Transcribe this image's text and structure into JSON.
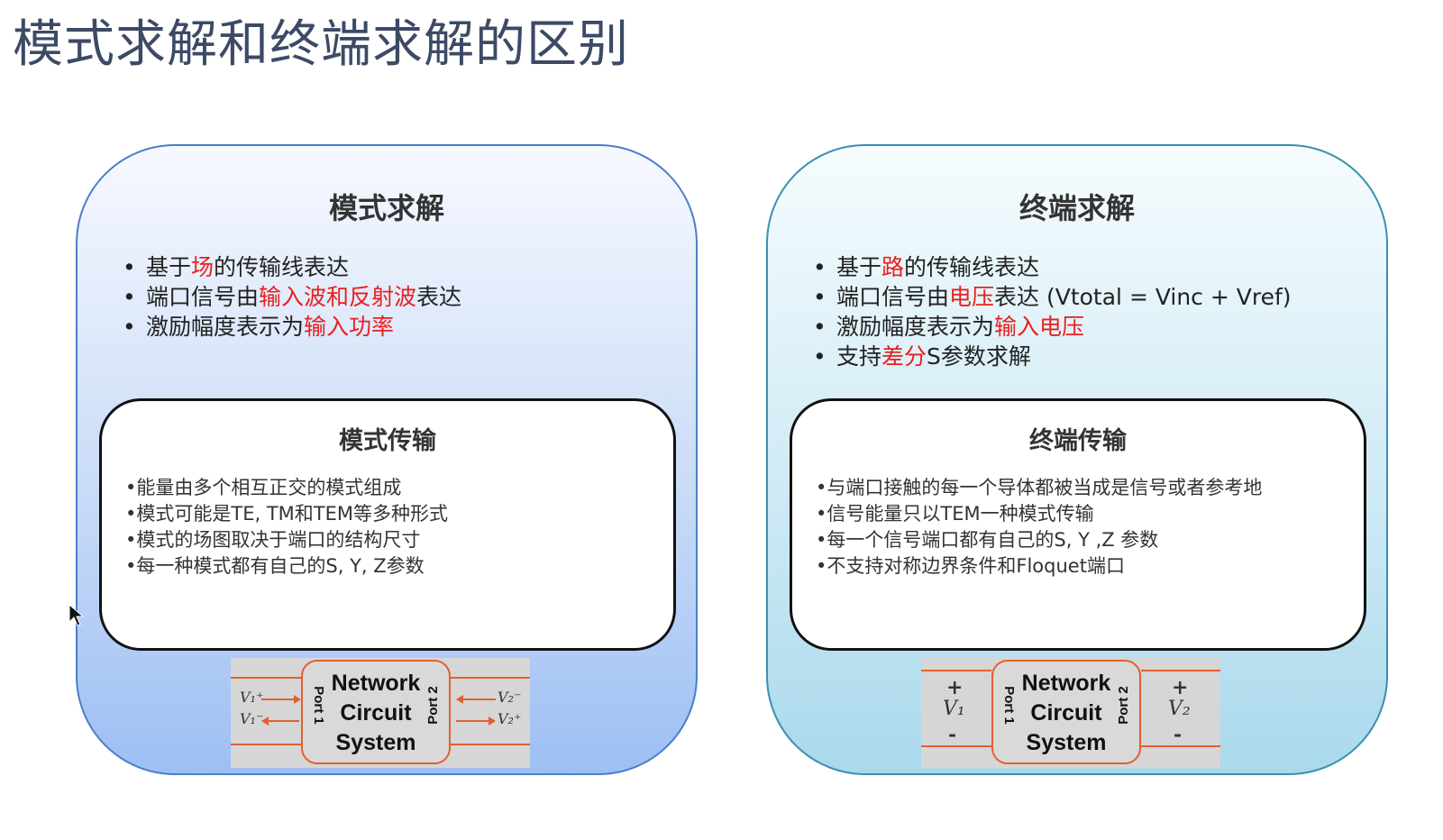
{
  "title": "模式求解和终端求解的区别",
  "mode": {
    "heading": "模式求解",
    "bullets": [
      [
        {
          "t": "基于",
          "r": false
        },
        {
          "t": "场",
          "r": true
        },
        {
          "t": "的传输线表达",
          "r": false
        }
      ],
      [
        {
          "t": "端口信号由",
          "r": false
        },
        {
          "t": "输入波和反射波",
          "r": true
        },
        {
          "t": "表达",
          "r": false
        }
      ],
      [
        {
          "t": "激励幅度表示为",
          "r": false
        },
        {
          "t": "输入功率",
          "r": true
        }
      ]
    ],
    "box_title": "模式传输",
    "box_items": [
      "•能量由多个相互正交的模式组成",
      "•模式可能是TE, TM和TEM等多种形式",
      "•模式的场图取决于端口的结构尺寸",
      "•每一种模式都有自己的S, Y, Z参数"
    ],
    "diagram": {
      "network_lines": [
        "Network",
        "Circuit",
        "System"
      ],
      "port1": "Port 1",
      "port2": "Port 2",
      "v1_plus": "V₁⁺",
      "v1_minus": "V₁⁻",
      "v2_plus": "V₂⁺",
      "v2_minus": "V₂⁻"
    }
  },
  "term": {
    "heading": "终端求解",
    "bullets": [
      [
        {
          "t": "基于",
          "r": false
        },
        {
          "t": "路",
          "r": true
        },
        {
          "t": "的传输线表达",
          "r": false
        }
      ],
      [
        {
          "t": "端口信号由",
          "r": false
        },
        {
          "t": "电压",
          "r": true
        },
        {
          "t": "表达 (Vtotal = Vinc + Vref)",
          "r": false
        }
      ],
      [
        {
          "t": "激励幅度表示为",
          "r": false
        },
        {
          "t": "输入电压",
          "r": true
        }
      ],
      [
        {
          "t": "支持",
          "r": false
        },
        {
          "t": "差分",
          "r": true
        },
        {
          "t": "S参数求解",
          "r": false
        }
      ]
    ],
    "box_title": "终端传输",
    "box_items": [
      "•与端口接触的每一个导体都被当成是信号或者参考地",
      "•信号能量只以TEM一种模式传输",
      "•每一个信号端口都有自己的S, Y ,Z 参数",
      "•不支持对称边界条件和Floquet端口"
    ],
    "diagram": {
      "network_lines": [
        "Network",
        "Circuit",
        "System"
      ],
      "port1": "Port 1",
      "port2": "Port 2",
      "v1": "V₁",
      "v2": "V₂",
      "plus": "+",
      "minus": "-"
    }
  },
  "colors": {
    "accent_red": "#e8201f",
    "mode_border": "#4a7ec9",
    "term_border": "#3a8fb0",
    "diagram_line": "#e06030"
  },
  "icons": [
    "bullet-dot-icon",
    "mouse-cursor-icon",
    "arrow-right-icon",
    "arrow-left-icon"
  ]
}
